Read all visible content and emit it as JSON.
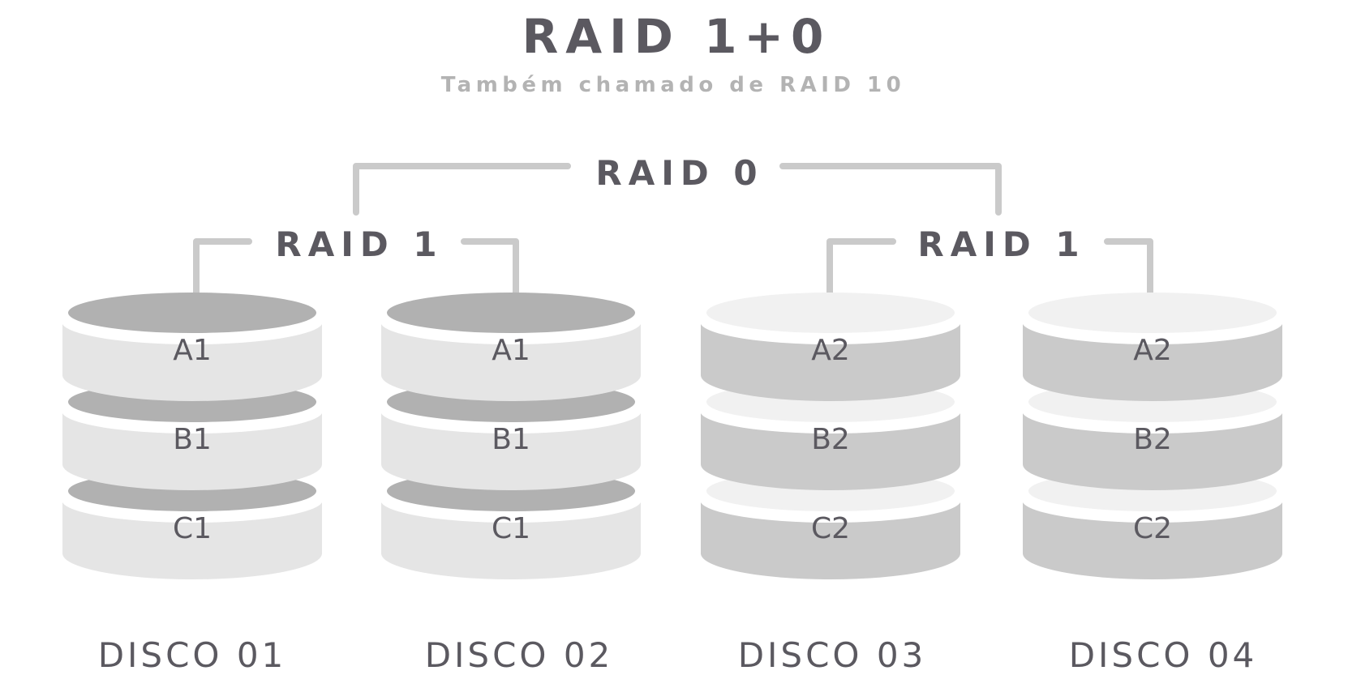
{
  "title": "RAID 1+0",
  "subtitle": "Também chamado de RAID 10",
  "colors": {
    "text_dark": "#5b5960",
    "text_subtitle": "#b3b3b3",
    "connector": "#cacaca",
    "mirror_a_top": "#b1b1b1",
    "mirror_a_body": "#e5e5e5",
    "mirror_b_top": "#f1f1f1",
    "mirror_b_body": "#cacaca",
    "gap": "#ffffff"
  },
  "raid0": {
    "label": "RAID 0"
  },
  "raid1_groups": [
    {
      "label": "RAID 1"
    },
    {
      "label": "RAID 1"
    }
  ],
  "disks": [
    {
      "label": "DISCO 01",
      "scheme": "a",
      "blocks": [
        "A1",
        "B1",
        "C1"
      ]
    },
    {
      "label": "DISCO 02",
      "scheme": "a",
      "blocks": [
        "A1",
        "B1",
        "C1"
      ]
    },
    {
      "label": "DISCO 03",
      "scheme": "b",
      "blocks": [
        "A2",
        "B2",
        "C2"
      ]
    },
    {
      "label": "DISCO 04",
      "scheme": "b",
      "blocks": [
        "A2",
        "B2",
        "C2"
      ]
    }
  ]
}
